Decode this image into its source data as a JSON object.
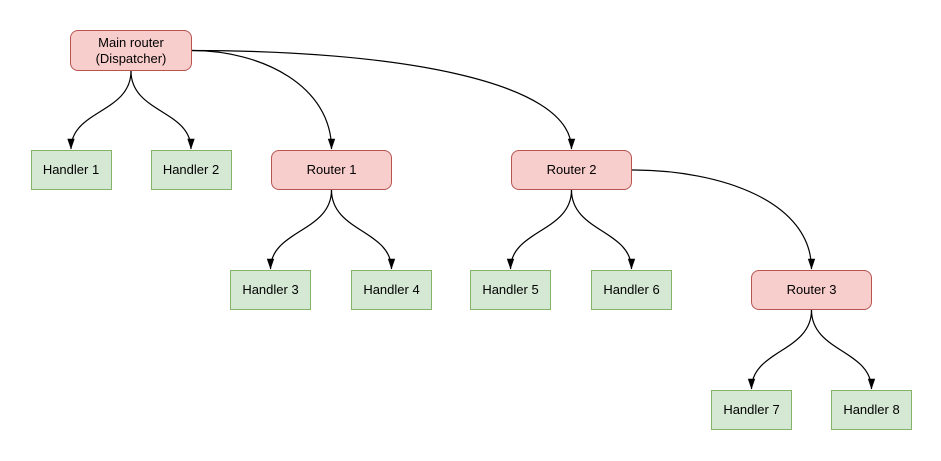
{
  "diagram": {
    "type": "tree-flowchart",
    "colors": {
      "router_fill": "#f8cecc",
      "router_border": "#b85450",
      "handler_fill": "#d5e8d4",
      "handler_border": "#82b366",
      "edge_stroke": "#000000",
      "background": "#ffffff"
    },
    "nodes": {
      "main_router": {
        "line1": "Main router",
        "line2": "(Dispatcher)",
        "type": "router"
      },
      "handler_1": {
        "label": "Handler 1",
        "type": "handler"
      },
      "handler_2": {
        "label": "Handler 2",
        "type": "handler"
      },
      "router_1": {
        "label": "Router 1",
        "type": "router"
      },
      "router_2": {
        "label": "Router 2",
        "type": "router"
      },
      "handler_3": {
        "label": "Handler 3",
        "type": "handler"
      },
      "handler_4": {
        "label": "Handler 4",
        "type": "handler"
      },
      "handler_5": {
        "label": "Handler 5",
        "type": "handler"
      },
      "handler_6": {
        "label": "Handler 6",
        "type": "handler"
      },
      "router_3": {
        "label": "Router 3",
        "type": "router"
      },
      "handler_7": {
        "label": "Handler 7",
        "type": "handler"
      },
      "handler_8": {
        "label": "Handler 8",
        "type": "handler"
      }
    },
    "edges": [
      {
        "from": "main_router",
        "to": "handler_1"
      },
      {
        "from": "main_router",
        "to": "handler_2"
      },
      {
        "from": "main_router",
        "to": "router_1"
      },
      {
        "from": "main_router",
        "to": "router_2"
      },
      {
        "from": "router_1",
        "to": "handler_3"
      },
      {
        "from": "router_1",
        "to": "handler_4"
      },
      {
        "from": "router_2",
        "to": "handler_5"
      },
      {
        "from": "router_2",
        "to": "handler_6"
      },
      {
        "from": "router_2",
        "to": "router_3"
      },
      {
        "from": "router_3",
        "to": "handler_7"
      },
      {
        "from": "router_3",
        "to": "handler_8"
      }
    ]
  }
}
